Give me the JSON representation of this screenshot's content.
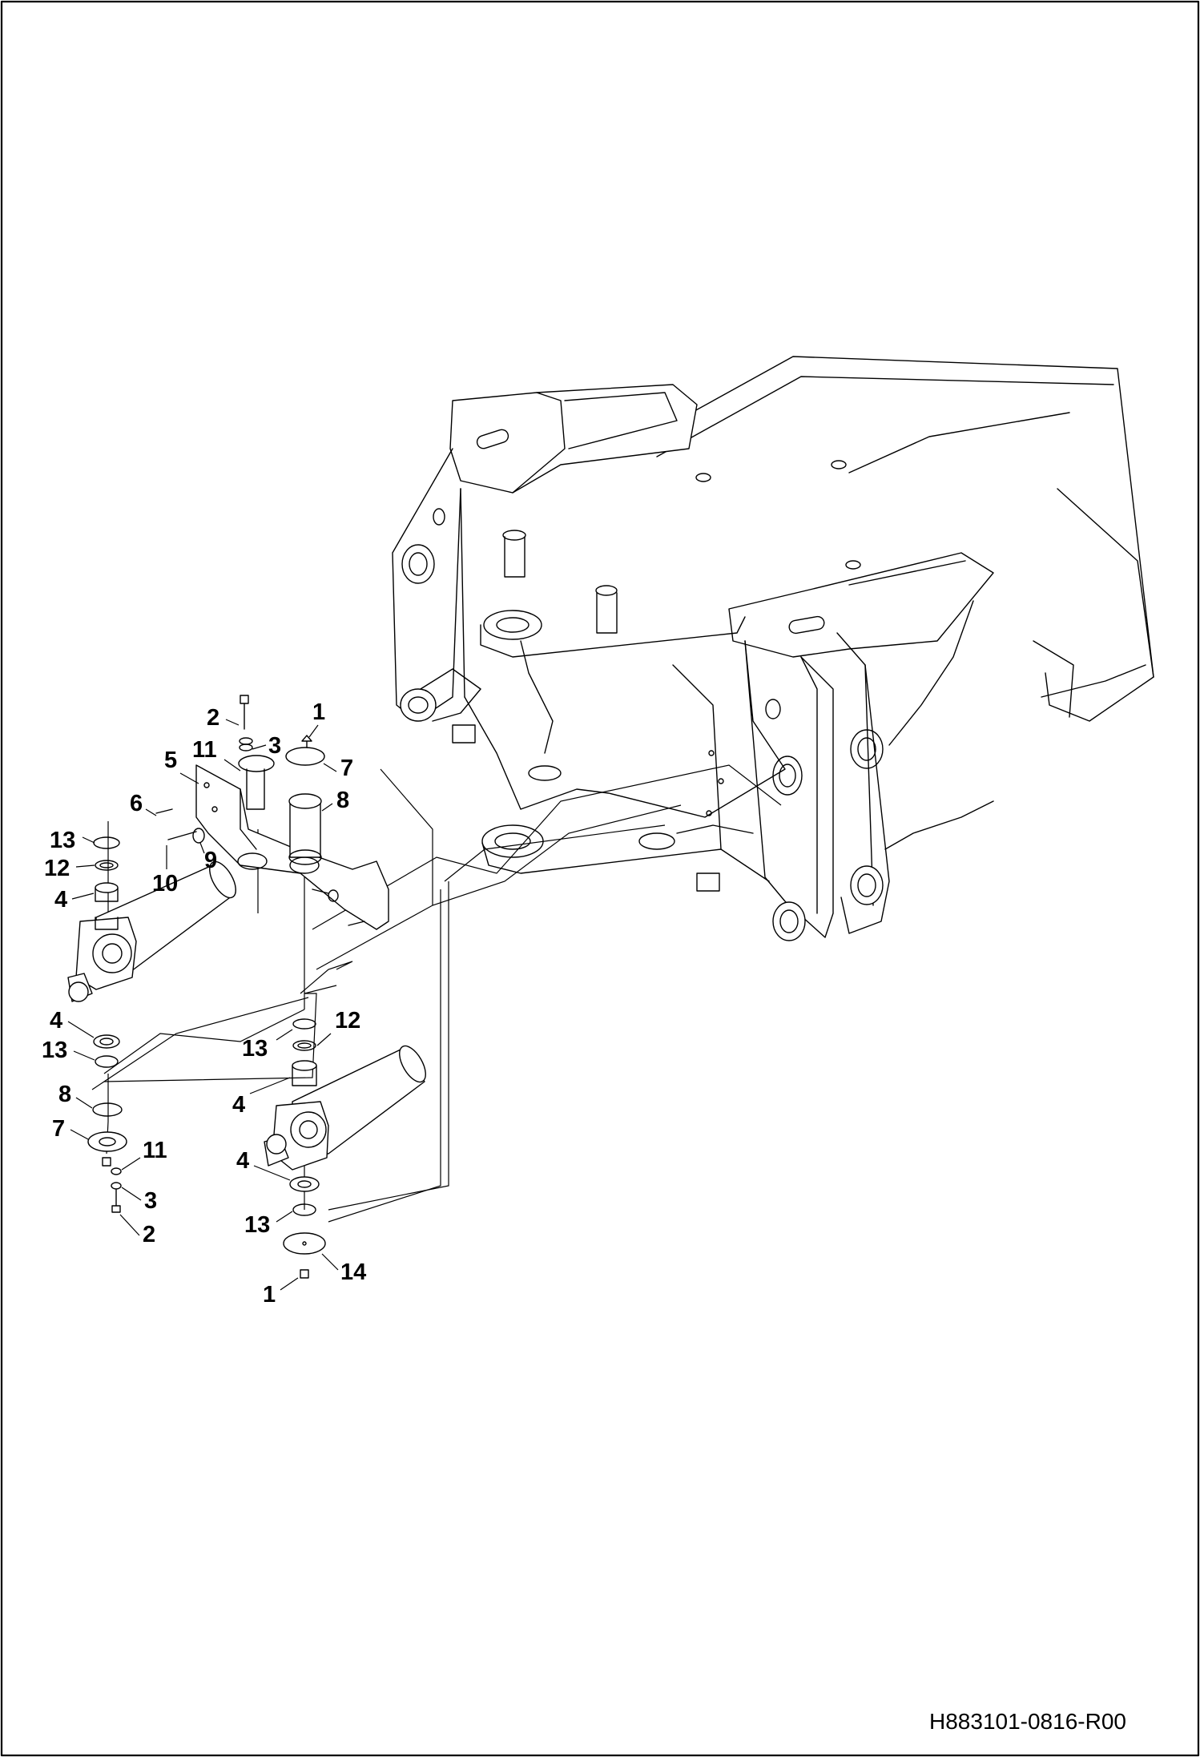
{
  "document_id": "H883101-0816-R00",
  "callouts": [
    "1",
    "2",
    "3",
    "4",
    "5",
    "6",
    "7",
    "8",
    "9",
    "10",
    "11",
    "12",
    "13",
    "14"
  ]
}
